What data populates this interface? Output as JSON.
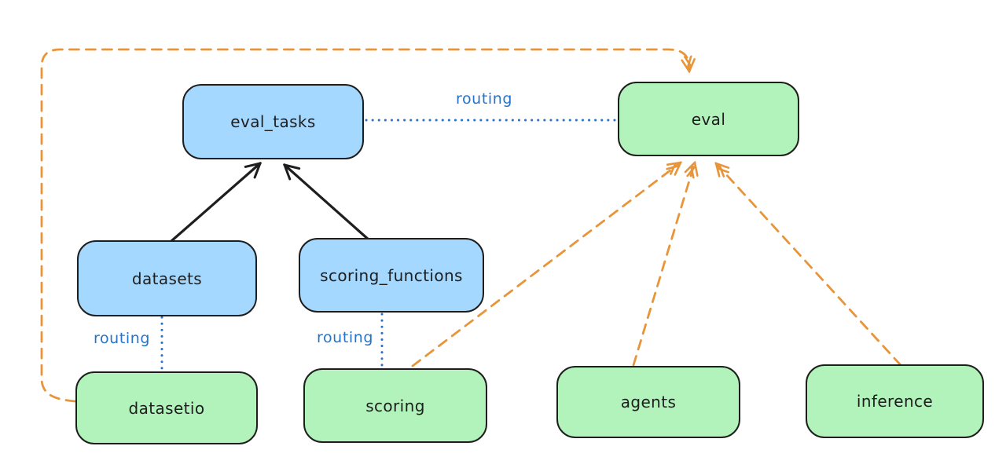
{
  "diagram": {
    "colors": {
      "node_blue": "#a5d8ff",
      "node_green": "#b2f2bb",
      "stroke": "#1e1e1e",
      "edge_orange": "#e8953a",
      "edge_blue": "#2673c7"
    },
    "nodes": {
      "eval_tasks": {
        "label": "eval_tasks",
        "kind": "registry"
      },
      "eval": {
        "label": "eval",
        "kind": "api"
      },
      "datasets": {
        "label": "datasets",
        "kind": "registry"
      },
      "scoring_functions": {
        "label": "scoring_functions",
        "kind": "registry"
      },
      "datasetio": {
        "label": "datasetio",
        "kind": "api"
      },
      "scoring": {
        "label": "scoring",
        "kind": "api"
      },
      "agents": {
        "label": "agents",
        "kind": "api"
      },
      "inference": {
        "label": "inference",
        "kind": "api"
      }
    },
    "edge_labels": {
      "routing_main": {
        "text": "routing"
      },
      "routing_datasetio": {
        "text": "routing"
      },
      "routing_scoring": {
        "text": "routing"
      }
    },
    "edges": [
      {
        "from": "datasets",
        "to": "eval_tasks",
        "style": "solid-black-arrow"
      },
      {
        "from": "scoring_functions",
        "to": "eval_tasks",
        "style": "solid-black-arrow"
      },
      {
        "from": "eval_tasks",
        "to": "eval",
        "style": "blue-dotted",
        "label": "routing"
      },
      {
        "from": "datasets",
        "to": "datasetio",
        "style": "blue-dotted",
        "label": "routing"
      },
      {
        "from": "scoring_functions",
        "to": "scoring",
        "style": "blue-dotted",
        "label": "routing"
      },
      {
        "from": "datasetio",
        "to": "eval",
        "style": "orange-dashed-arrow"
      },
      {
        "from": "scoring",
        "to": "eval",
        "style": "orange-dashed-arrow"
      },
      {
        "from": "agents",
        "to": "eval",
        "style": "orange-dashed-arrow"
      },
      {
        "from": "inference",
        "to": "eval",
        "style": "orange-dashed-arrow"
      }
    ]
  }
}
